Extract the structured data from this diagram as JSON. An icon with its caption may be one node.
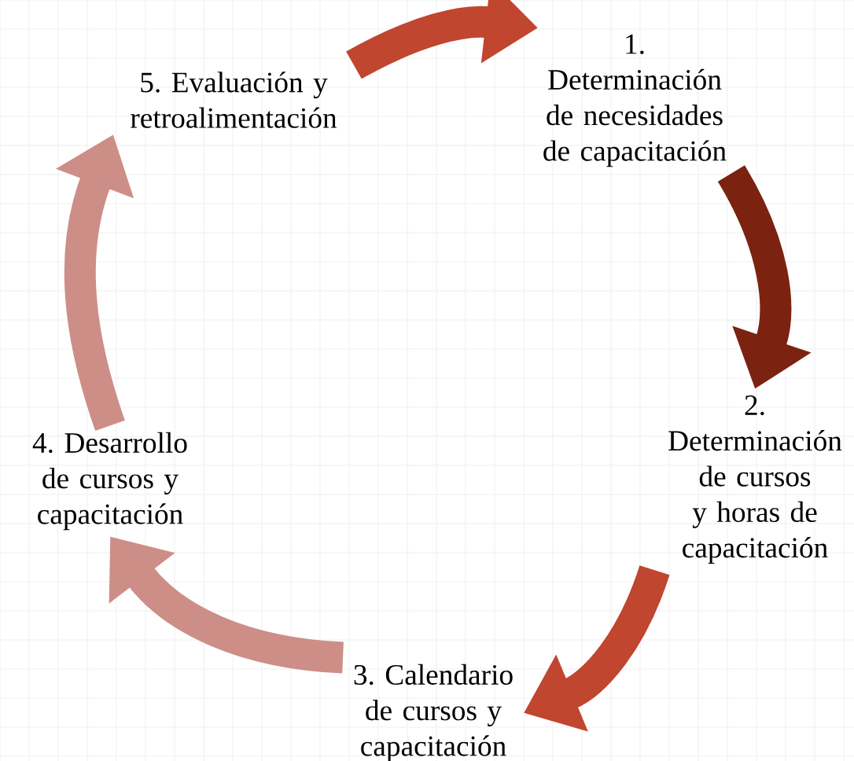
{
  "diagram": {
    "nodes": [
      {
        "text": [
          "1. Determinación de necesidades de capacitación"
        ]
      },
      {
        "text": [
          "2. Determinación de cursos y horas de capacitación"
        ]
      },
      {
        "text": [
          "3. Calendario de cursos y capacitación"
        ]
      },
      {
        "text": [
          "4. Desarrollo de cursos y capacitación"
        ]
      },
      {
        "text": [
          "5. Evaluación y retroalimentación"
        ]
      }
    ],
    "edges": [
      {
        "from": 4,
        "to": 0,
        "arrow": "to",
        "color": "#c0462f"
      },
      {
        "from": 0,
        "to": 1,
        "arrow": "to",
        "color": "#7b2210"
      },
      {
        "from": 1,
        "to": 2,
        "arrow": "to",
        "color": "#c0462f"
      },
      {
        "from": 2,
        "to": 3,
        "arrow": "to",
        "color": "#cd8e88"
      },
      {
        "from": 3,
        "to": 4,
        "arrow": "to",
        "color": "#cd8e88"
      }
    ]
  }
}
